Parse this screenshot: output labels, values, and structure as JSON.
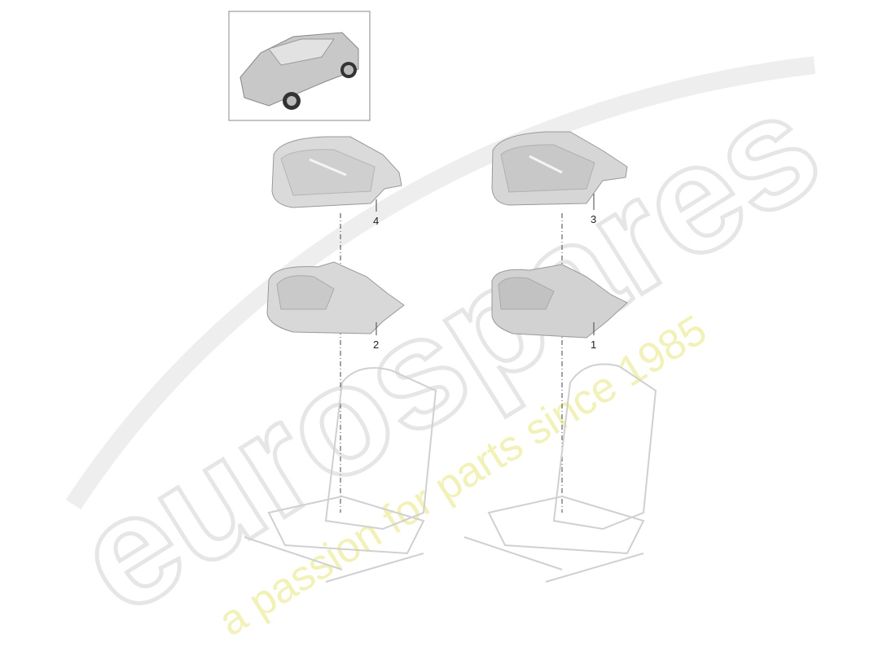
{
  "diagram": {
    "callouts": [
      {
        "id": "callout-1",
        "label": "1"
      },
      {
        "id": "callout-2",
        "label": "2"
      },
      {
        "id": "callout-3",
        "label": "3"
      },
      {
        "id": "callout-4",
        "label": "4"
      }
    ],
    "parts": [
      {
        "name": "seat-cushion-foam-upper-left",
        "callout": "4"
      },
      {
        "name": "seat-cushion-foam-upper-right",
        "callout": "3"
      },
      {
        "name": "seat-cushion-foam-lower-left",
        "callout": "2"
      },
      {
        "name": "seat-cushion-foam-lower-right",
        "callout": "1"
      }
    ],
    "colors": {
      "part_fill": "#d9d9d9",
      "part_stroke": "#9a9a9a",
      "watermark_text": "#e6e6e6",
      "watermark_tagline": "#f1f1b8"
    }
  },
  "watermark": {
    "brand": "eurospares",
    "tagline": "a passion for parts since 1985"
  }
}
